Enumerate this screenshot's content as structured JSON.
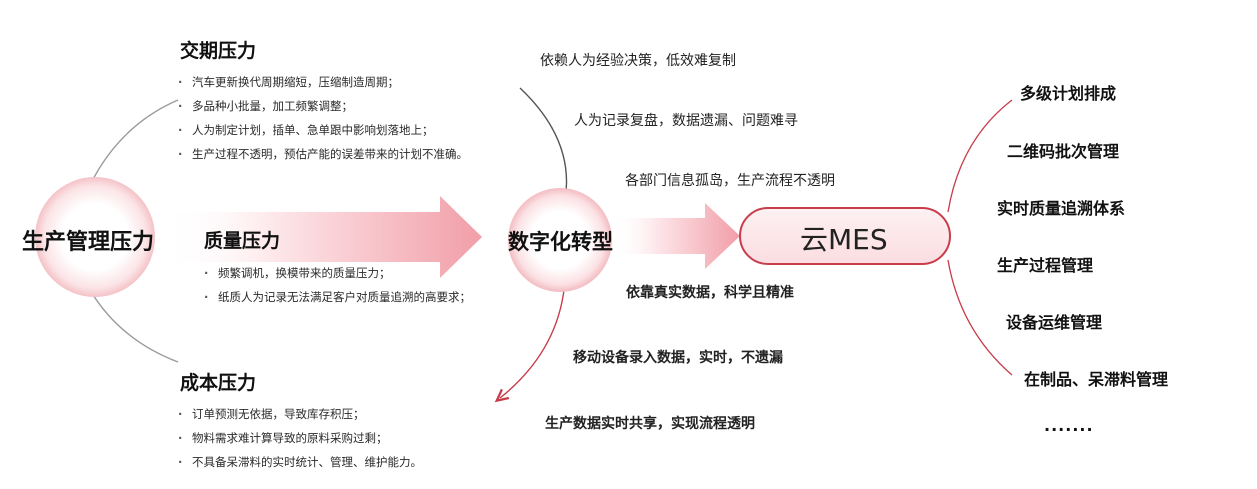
{
  "left_center": {
    "label": "生产管理压力"
  },
  "delivery": {
    "title": "交期压力",
    "items": [
      "汽车更新换代周期缩短，压缩制造周期；",
      "多品种小批量，加工频繁调整；",
      "人为制定计划，插单、急单跟中影响划落地上；",
      "生产过程不透明，预估产能的误差带来的计划不准确。"
    ]
  },
  "quality": {
    "title": "质量压力",
    "items": [
      "频繁调机，换模带来的质量压力；",
      "纸质人为记录无法满足客户对质量追溯的高要求；"
    ]
  },
  "cost": {
    "title": "成本压力",
    "items": [
      "订单预测无依据，导致库存积压；",
      "物料需求难计算导致的原料采购过剩；",
      "不具备呆滞料的实时统计、管理、维护能力。"
    ]
  },
  "transform": {
    "label": "数字化转型"
  },
  "problems": [
    "依赖人为经验决策，低效难复制",
    "人为记录复盘，数据遗漏、问题难寻",
    "各部门信息孤岛，生产流程不透明"
  ],
  "benefits": [
    "依靠真实数据，科学且精准",
    "移动设备录入数据，实时，不遗漏",
    "生产数据实时共享，实现流程透明"
  ],
  "mes": {
    "label": "云MES"
  },
  "features": [
    "多级计划排成",
    "二维码批次管理",
    "实时质量追溯体系",
    "生产过程管理",
    "设备运维管理",
    "在制品、呆滞料管理",
    "·······"
  ],
  "colors": {
    "accent": "#c83c4c",
    "arrow_light": "#fde8ea",
    "arrow_dark": "#f0a2ab",
    "arc_gray": "#7a7a7a"
  }
}
